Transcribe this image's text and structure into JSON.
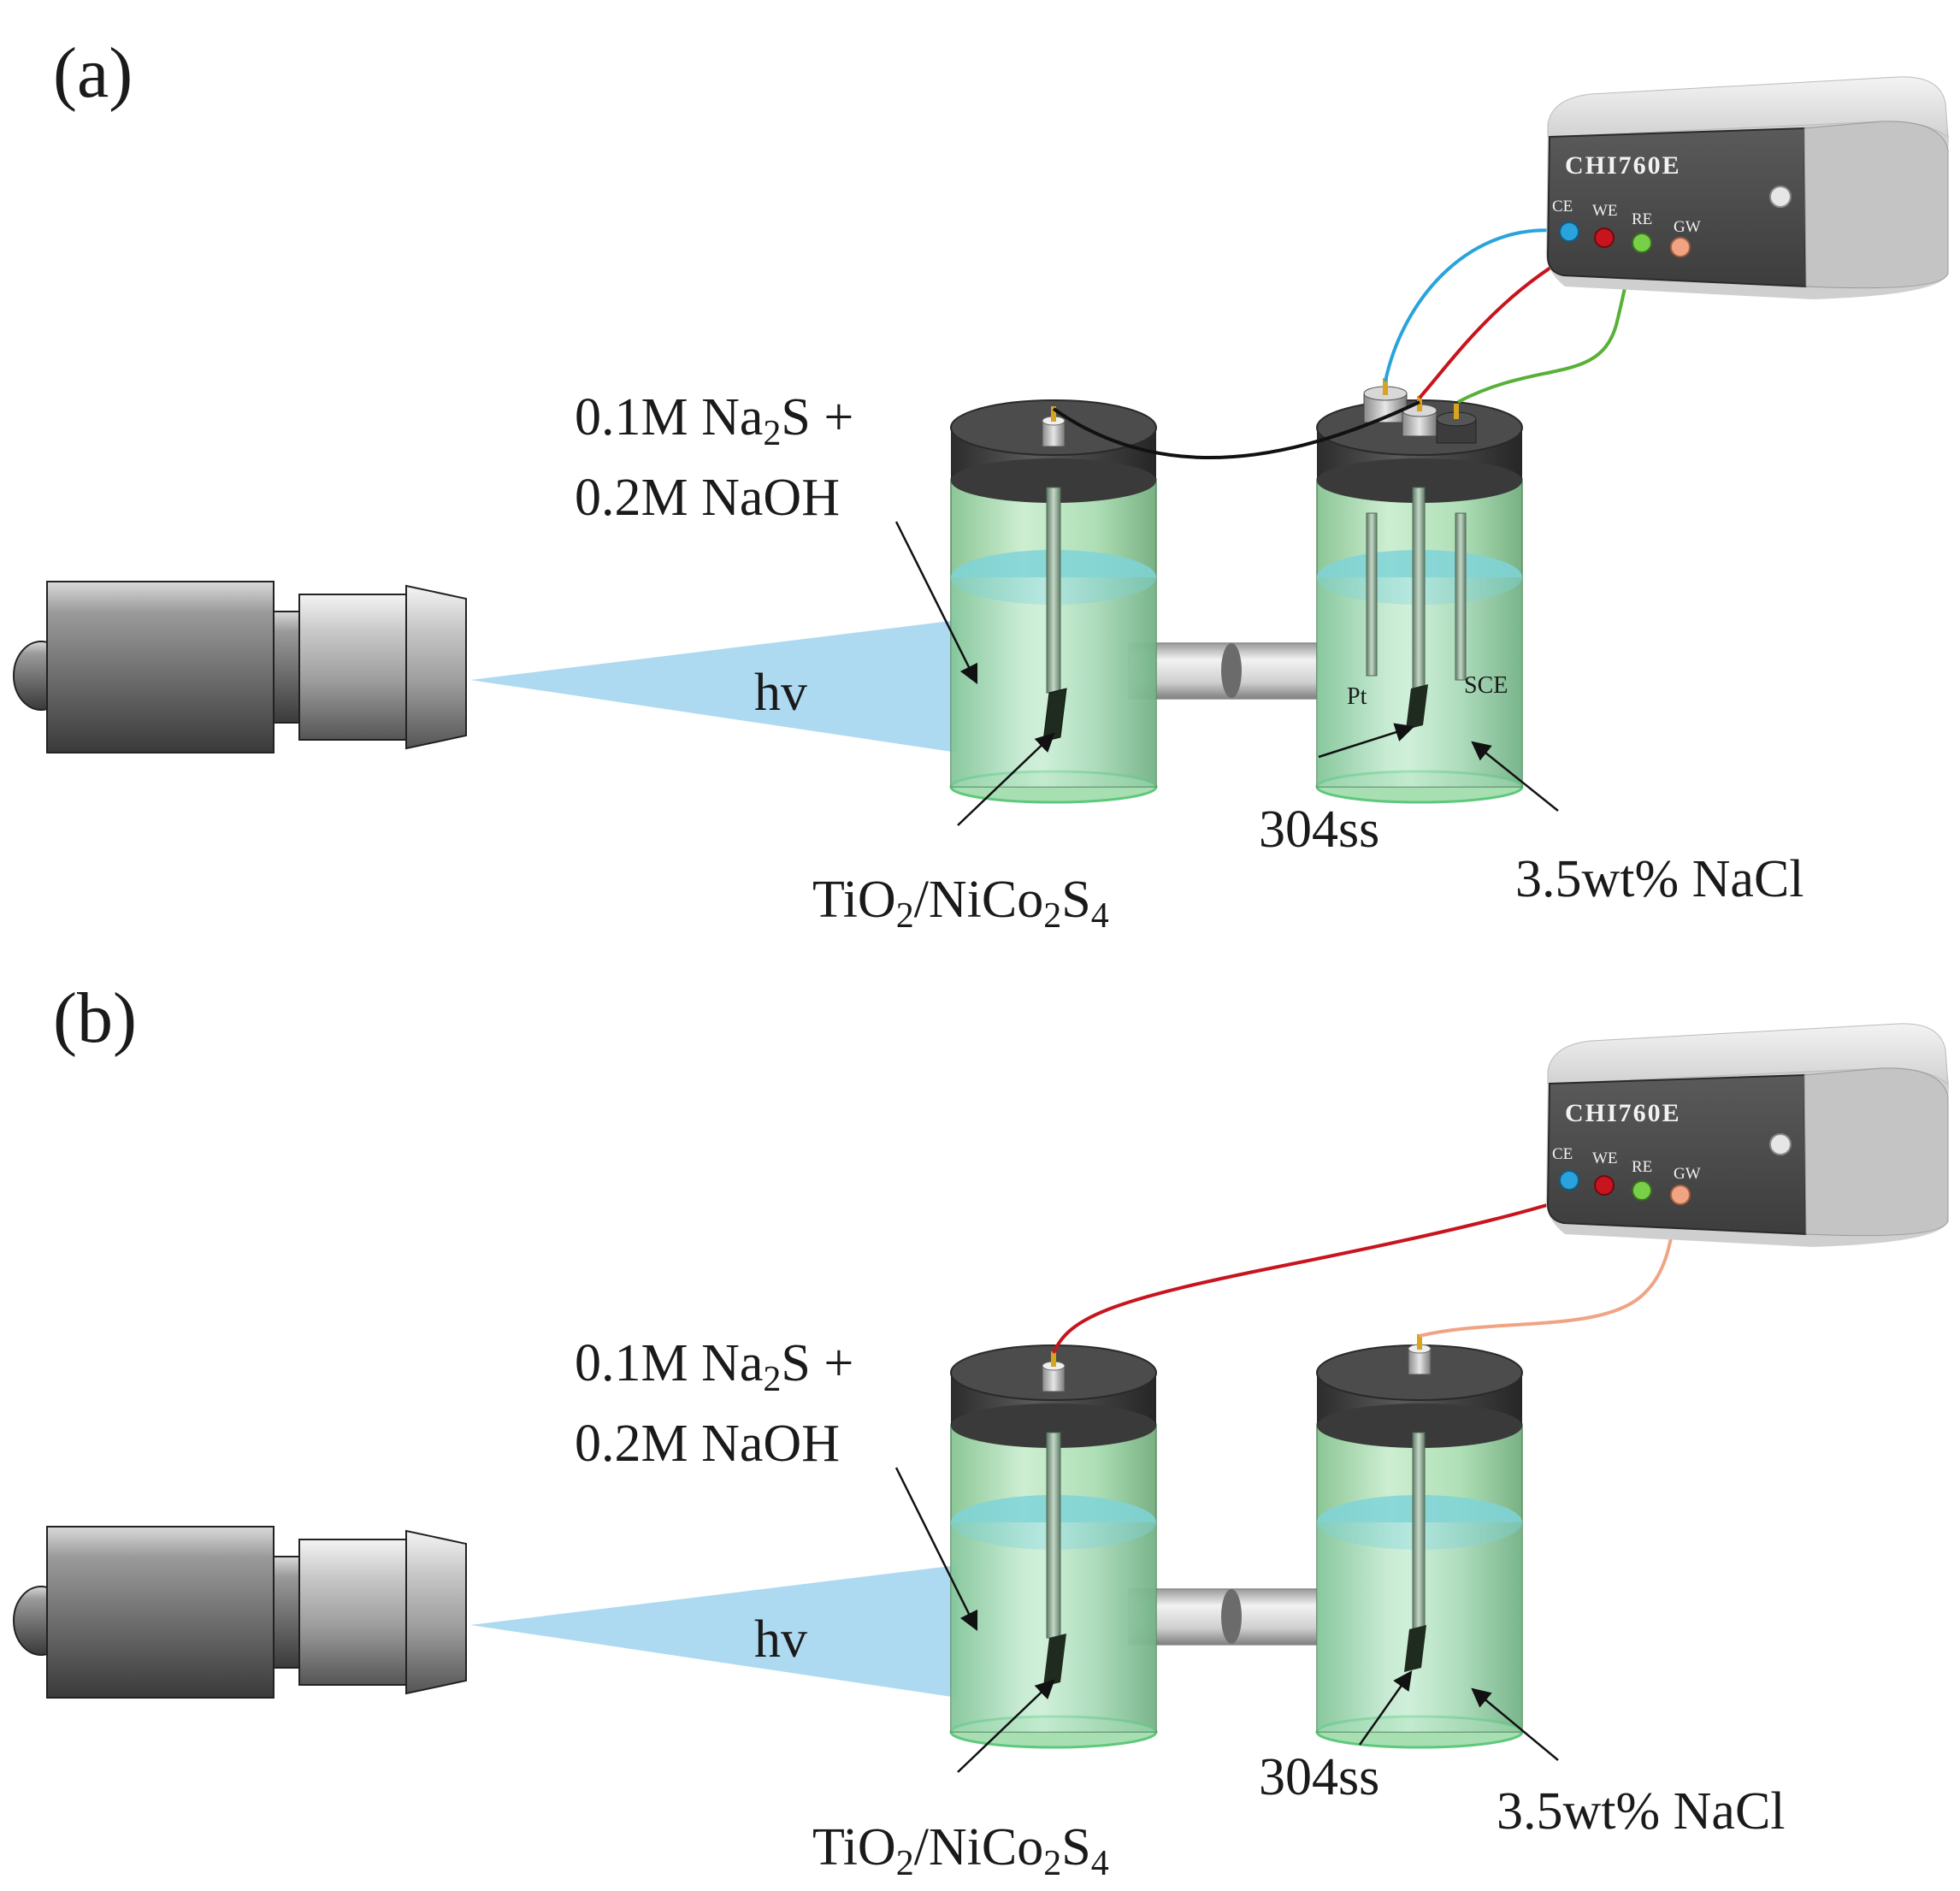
{
  "panels": [
    {
      "label": "(a)",
      "device_name": "CHI760E",
      "ports": [
        "CE",
        "WE",
        "RE",
        "GW"
      ],
      "photoanode_electrolyte_line1": "0.1M Na",
      "photoanode_electrolyte_sub": "2",
      "photoanode_electrolyte_line1_end": "S +",
      "photoanode_electrolyte_line2": "0.2M NaOH",
      "light_label": "hv",
      "photoanode_a": "TiO",
      "photoanode_sub1": "2",
      "photoanode_b": "/NiCo",
      "photoanode_sub2": "2",
      "photoanode_c": "S",
      "photoanode_sub3": "4",
      "electrode_pt": "Pt",
      "electrode_sce": "SCE",
      "steel_label": "304ss",
      "corrosion_electrolyte": "3.5wt% NaCl"
    },
    {
      "label": "(b)",
      "device_name": "CHI760E",
      "ports": [
        "CE",
        "WE",
        "RE",
        "GW"
      ],
      "photoanode_electrolyte_line1": "0.1M Na",
      "photoanode_electrolyte_sub": "2",
      "photoanode_electrolyte_line1_end": "S +",
      "photoanode_electrolyte_line2": "0.2M NaOH",
      "light_label": "hv",
      "photoanode_a": "TiO",
      "photoanode_sub1": "2",
      "photoanode_b": "/NiCo",
      "photoanode_sub2": "2",
      "photoanode_c": "S",
      "photoanode_sub3": "4",
      "steel_label": "304ss",
      "corrosion_electrolyte": "3.5wt% NaCl"
    }
  ],
  "colors": {
    "CE": "#2aa3dc",
    "WE": "#c8141e",
    "RE": "#66c23a",
    "GW": "#f0a483",
    "light_beam": "#9fd4ee",
    "solution": "#8fe0dc",
    "glass": "#bfe8c6"
  }
}
